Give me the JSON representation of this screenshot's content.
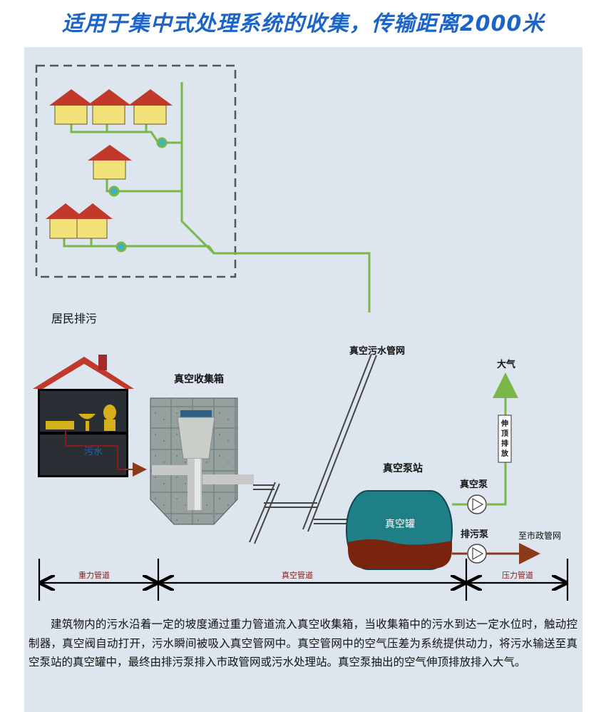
{
  "title": "适用于集中式处理系统的收集，传输距离2000米",
  "labels": {
    "residents": "居民排污",
    "wastewater": "污水",
    "vacuum_box": "真空收集箱",
    "vacuum_network": "真空污水管网",
    "vacuum_station": "真空泵站",
    "vacuum_tank": "真空罐",
    "vacuum_pump": "真空泵",
    "discharge_pump": "排污泵",
    "atmosphere": "大气",
    "vent": "伸顶排放",
    "to_municipal": "至市政管网",
    "gravity_pipe": "重力管道",
    "vacuum_pipe": "真空管道",
    "pressure_pipe": "压力管道"
  },
  "description": "建筑物内的污水沿着一定的坡度通过重力管道流入真空收集箱，当收集箱中的污水到达一定水位时，触动控制器，真空阀自动打开，污水瞬间被吸入真空管网中。真空管网中的空气压差为系统提供动力，将污水输送至真空泵站的真空罐中，最终由排污泵排入市政管网或污水处理站。真空泵抽出的空气伸顶排放排入大气。",
  "colors": {
    "title": "#1c64c8",
    "green_pipe": "#7ab648",
    "house_roof": "#c0392b",
    "house_wall": "#f1e27a",
    "tank": "#1f7f86",
    "sludge": "#7a2410",
    "arrow_brown": "#8b3a1a"
  }
}
